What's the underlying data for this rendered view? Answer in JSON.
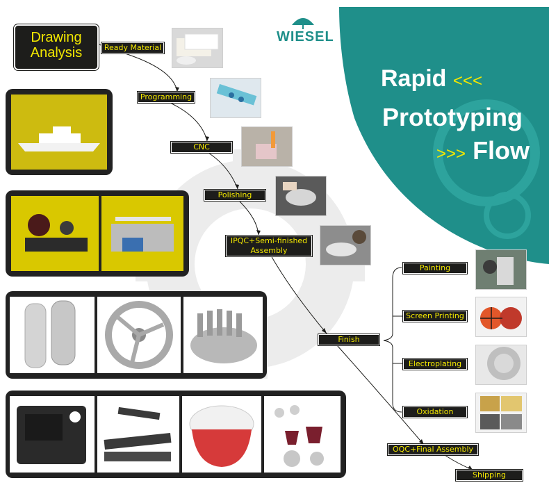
{
  "logo": {
    "text": "WIESEL"
  },
  "title": {
    "line1": "Rapid",
    "line2": "Prototyping",
    "line3": "Flow",
    "chevrons_left": "<<<",
    "chevrons_right": ">>>"
  },
  "start": {
    "label_1": "Drawing",
    "label_2": "Analysis"
  },
  "steps": {
    "ready_material": "Ready Material",
    "programming": "Programming",
    "cnc": "CNC",
    "polishing": "Polishing",
    "ipqc_1": "IPQC+Semi-finished",
    "ipqc_2": "Assembly",
    "finish": "Finish",
    "painting": "Painting",
    "screen_printing": "Screen Printing",
    "electroplating": "Electroplating",
    "oxidation": "Oxidation",
    "oqc": "OQC+Final  Assembly",
    "shipping": "Shipping"
  },
  "colors": {
    "teal": "#1f8f8a",
    "step_bg": "#1d1d1b",
    "step_text": "#f3e800",
    "panel": "#222222"
  }
}
